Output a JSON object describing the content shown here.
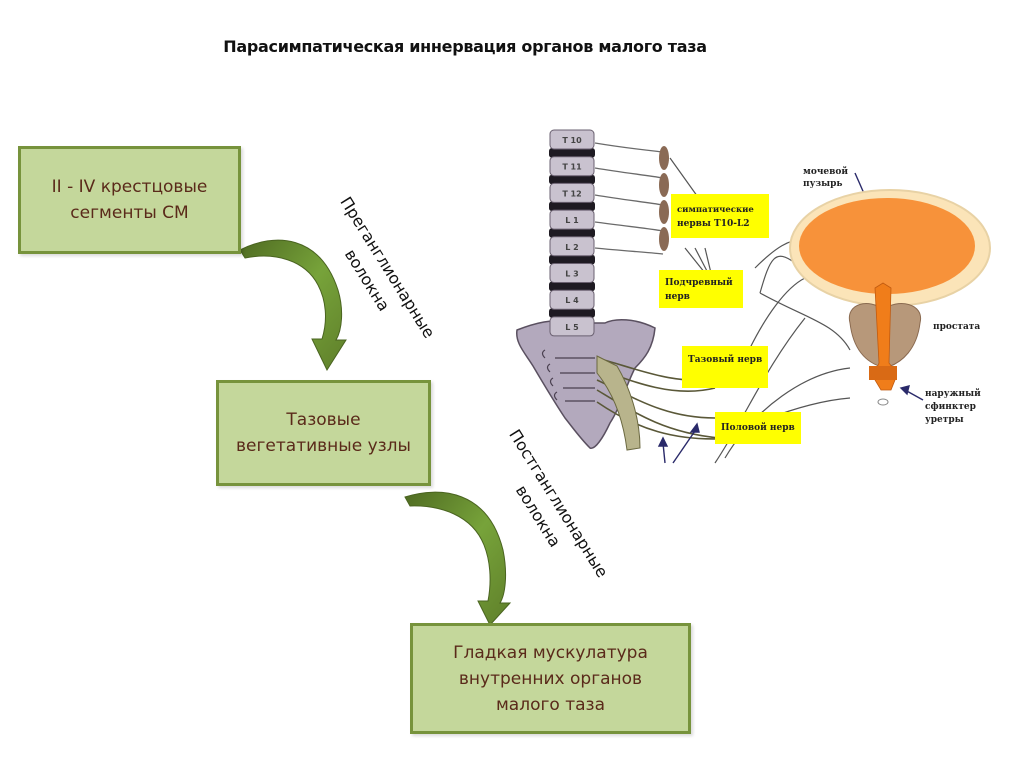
{
  "title": "Парасимпатическая иннервация органов малого таза",
  "colors": {
    "box_fill": "#c4d79b",
    "box_border": "#77933c",
    "box_text": "#5a2a1a",
    "arrow": "#5f7f2a",
    "label_bg": "#ffff00",
    "bladder": "#f7923a",
    "prostate": "#b7987a",
    "sacrum": "#b3a9bd"
  },
  "flow": {
    "boxes": [
      {
        "id": "sacral-segments",
        "line1": "II - IV крестцовые",
        "line2": "сегменты СМ",
        "line3": ""
      },
      {
        "id": "pelvic-ganglia",
        "line1": "Тазовые",
        "line2": "вегетативные узлы",
        "line3": ""
      },
      {
        "id": "smooth-muscle",
        "line1": "Гладкая мускулатура",
        "line2": "внутренних органов",
        "line3": "малого таза"
      }
    ],
    "arrows": [
      {
        "from": "sacral-segments",
        "to": "pelvic-ganglia",
        "label_line1": "Преганглионарные",
        "label_line2": "волокна"
      },
      {
        "from": "pelvic-ganglia",
        "to": "smooth-muscle",
        "label_line1": "Постганглионарные",
        "label_line2": "волокна"
      }
    ]
  },
  "illustration": {
    "vertebrae": [
      "T 10",
      "T 11",
      "T 12",
      "L 1",
      "L 2",
      "L 3",
      "L 4",
      "L 5"
    ],
    "nerve_labels": {
      "sympathetic_line1": "симпатические",
      "sympathetic_line2": "нервы T10-L2",
      "hypogastric_line1": "Подчревный",
      "hypogastric_line2": "нерв",
      "pelvic": "Тазовый нерв",
      "pudendal": "Половой нерв"
    },
    "organ_labels": {
      "bladder_line1": "мочевой",
      "bladder_line2": "пузырь",
      "prostate": "простата",
      "sphincter_line1": "наружный",
      "sphincter_line2": "сфинктер",
      "sphincter_line3": "уретры"
    }
  }
}
